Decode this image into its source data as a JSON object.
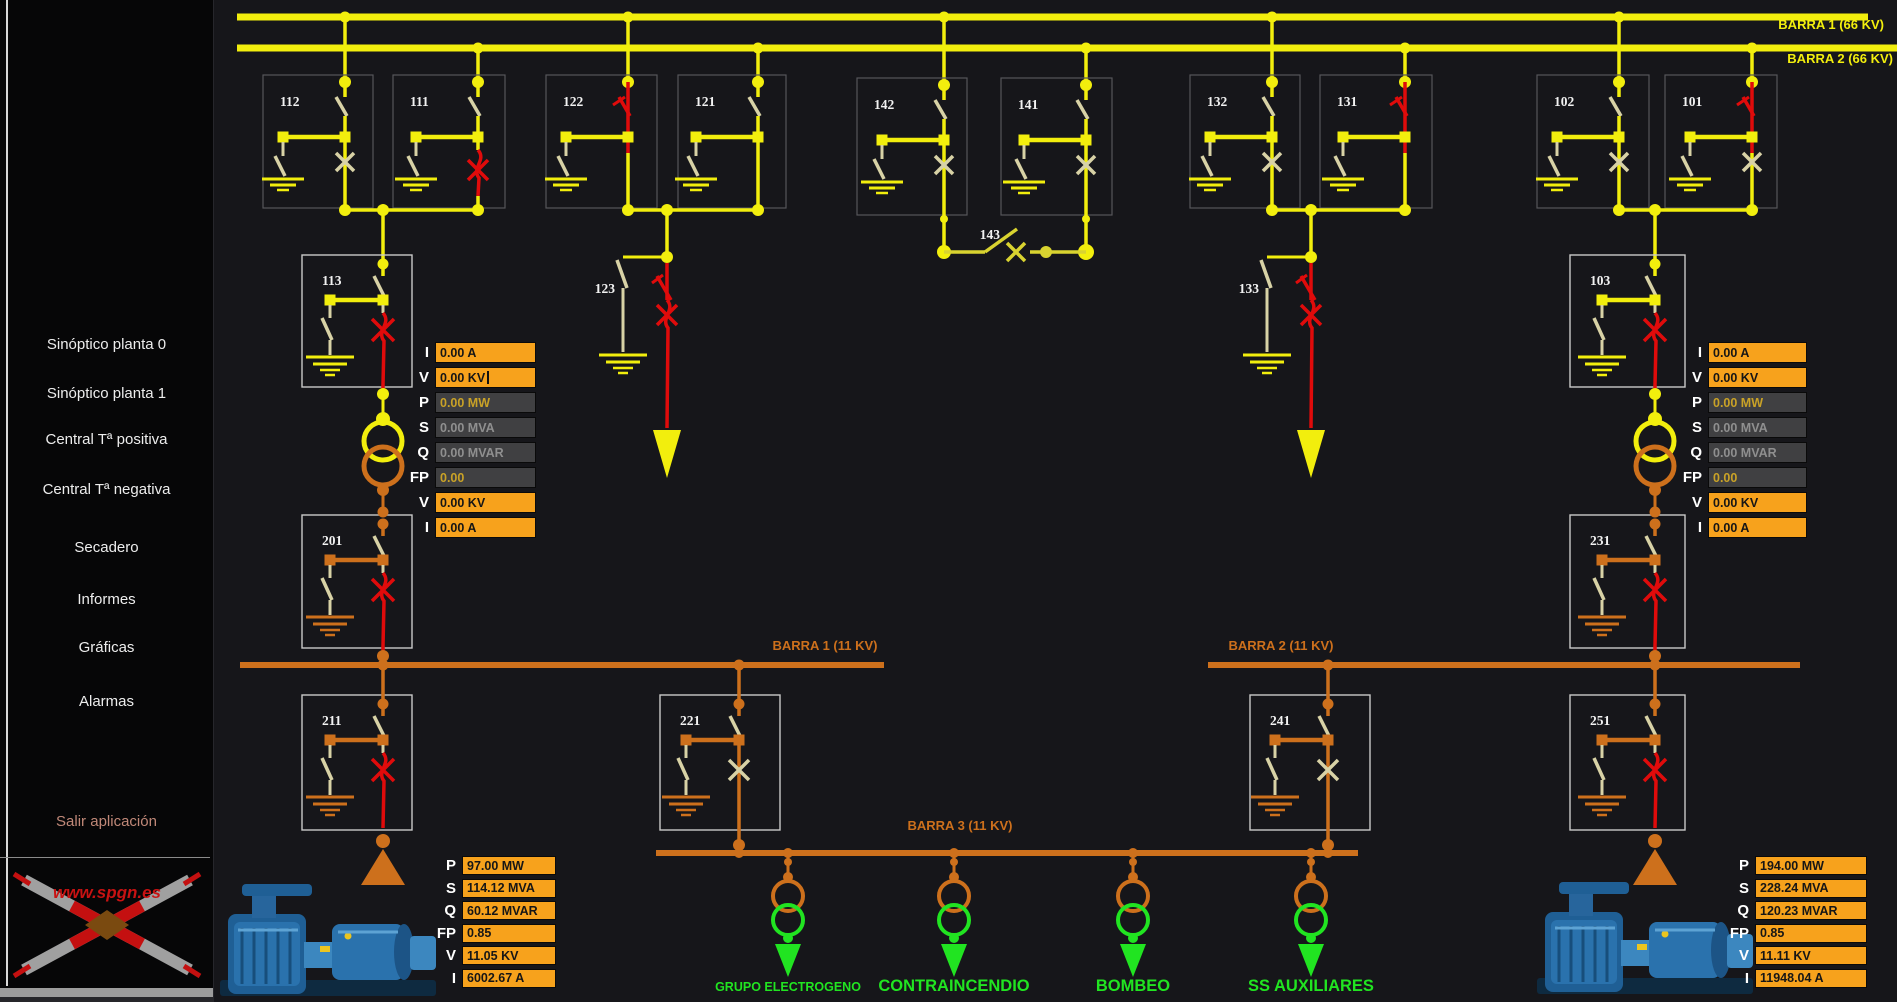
{
  "sidebar": {
    "items": [
      {
        "label": "Sinóptico planta 0"
      },
      {
        "label": "Sinóptico planta 1"
      },
      {
        "label": "Central Tª positiva"
      },
      {
        "label": "Central Tª negativa"
      },
      {
        "label": "Secadero"
      },
      {
        "label": "Informes"
      },
      {
        "label": "Gráficas"
      },
      {
        "label": "Alarmas"
      }
    ],
    "exit_label": "Salir aplicación",
    "logo_text": "www.spgn.es"
  },
  "buses": {
    "barra1_66": "BARRA 1 (66 KV)",
    "barra2_66": "BARRA 2 (66 KV)",
    "barra1_11": "BARRA 1 (11 KV)",
    "barra2_11": "BARRA 2 (11 KV)",
    "barra3_11": "BARRA 3 (11 KV)"
  },
  "bay_labels": {
    "b112": "112",
    "b111": "111",
    "b122": "122",
    "b121": "121",
    "b142": "142",
    "b141": "141",
    "b143": "143",
    "b132": "132",
    "b131": "131",
    "b102": "102",
    "b101": "101",
    "b113": "113",
    "b123": "123",
    "b133": "133",
    "b103": "103",
    "b201": "201",
    "b231": "231",
    "b211": "211",
    "b221": "221",
    "b241": "241",
    "b251": "251"
  },
  "panels": {
    "left_66kv": {
      "rows": [
        {
          "label": "I",
          "value": "0.00 A",
          "variant": "orange"
        },
        {
          "label": "V",
          "value": "0.00 KV",
          "variant": "orange",
          "caret": true
        },
        {
          "label": "P",
          "value": "0.00 MW",
          "variant": "dark-yellow"
        },
        {
          "label": "S",
          "value": "0.00 MVA",
          "variant": "dark-gray"
        },
        {
          "label": "Q",
          "value": "0.00 MVAR",
          "variant": "dark-gray"
        },
        {
          "label": "FP",
          "value": "0.00",
          "variant": "dark-yellow"
        },
        {
          "label": "V",
          "value": "0.00 KV",
          "variant": "orange"
        },
        {
          "label": "I",
          "value": "0.00 A",
          "variant": "orange"
        }
      ]
    },
    "right_66kv": {
      "rows": [
        {
          "label": "I",
          "value": "0.00 A",
          "variant": "orange"
        },
        {
          "label": "V",
          "value": "0.00 KV",
          "variant": "orange"
        },
        {
          "label": "P",
          "value": "0.00 MW",
          "variant": "dark-yellow"
        },
        {
          "label": "S",
          "value": "0.00 MVA",
          "variant": "dark-gray"
        },
        {
          "label": "Q",
          "value": "0.00 MVAR",
          "variant": "dark-gray"
        },
        {
          "label": "FP",
          "value": "0.00",
          "variant": "dark-yellow"
        },
        {
          "label": "V",
          "value": "0.00 KV",
          "variant": "orange"
        },
        {
          "label": "I",
          "value": "0.00 A",
          "variant": "orange"
        }
      ]
    },
    "left_gen": {
      "rows": [
        {
          "label": "P",
          "value": "97.00 MW",
          "variant": "orange"
        },
        {
          "label": "S",
          "value": "114.12 MVA",
          "variant": "orange"
        },
        {
          "label": "Q",
          "value": "60.12 MVAR",
          "variant": "orange"
        },
        {
          "label": "FP",
          "value": "0.85",
          "variant": "orange"
        },
        {
          "label": "V",
          "value": "11.05 KV",
          "variant": "orange"
        },
        {
          "label": "I",
          "value": "6002.67 A",
          "variant": "orange"
        }
      ]
    },
    "right_gen": {
      "rows": [
        {
          "label": "P",
          "value": "194.00 MW",
          "variant": "orange"
        },
        {
          "label": "S",
          "value": "228.24 MVA",
          "variant": "orange"
        },
        {
          "label": "Q",
          "value": "120.23 MVAR",
          "variant": "orange"
        },
        {
          "label": "FP",
          "value": "0.85",
          "variant": "orange"
        },
        {
          "label": "V",
          "value": "11.11 KV",
          "variant": "orange"
        },
        {
          "label": "I",
          "value": "11948.04 A",
          "variant": "orange"
        }
      ]
    }
  },
  "loads": [
    {
      "label": "GRUPO ELECTROGENO"
    },
    {
      "label": "CONTRAINCENDIO"
    },
    {
      "label": "BOMBEO"
    },
    {
      "label": "SS AUXILIARES"
    }
  ],
  "colors": {
    "yellow": "#f2ee0d",
    "orange": "#cd701c",
    "panel_orange": "#f7a21c",
    "beige": "#d8d2a6",
    "red": "#e00b0b",
    "green": "#21e421",
    "box_border_dim": "#55555a",
    "box_border_bright": "#c9c9c9"
  }
}
